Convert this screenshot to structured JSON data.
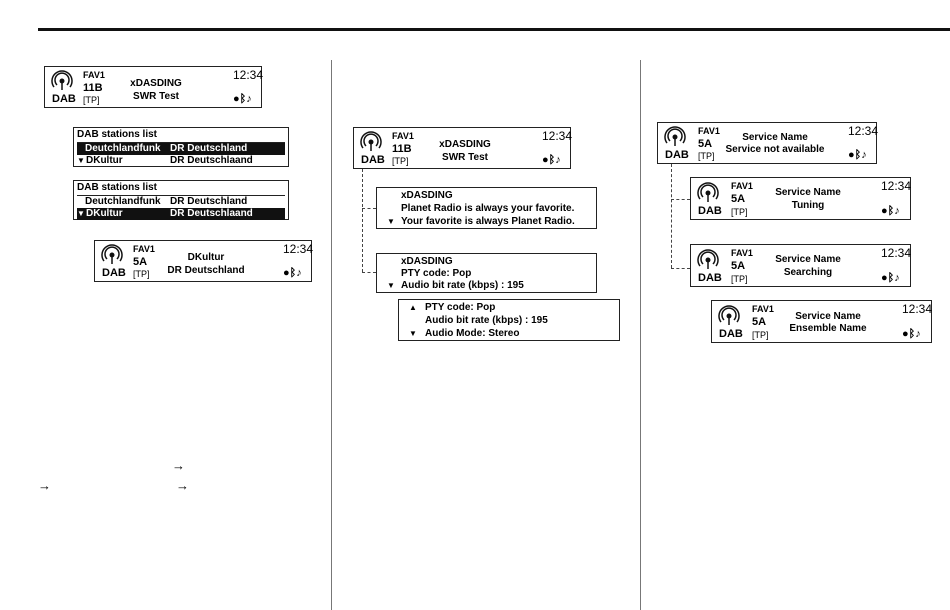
{
  "col1": {
    "display1": {
      "fav": "FAV1",
      "channel": "11B",
      "tp": "[TP]",
      "dab": "DAB",
      "line1": "xDASDING",
      "line2": "SWR Test",
      "clock": "12:34"
    },
    "list1": {
      "title": "DAB stations list",
      "rows": [
        {
          "name": "Deutchlandfunk",
          "ens": "DR Deutschland"
        },
        {
          "name": "DKultur",
          "ens": "DR Deutschlaand"
        }
      ]
    },
    "list2": {
      "title": "DAB stations list",
      "rows": [
        {
          "name": "Deutchlandfunk",
          "ens": "DR Deutschland"
        },
        {
          "name": "DKultur",
          "ens": "DR Deutschlaand"
        }
      ]
    },
    "display2": {
      "fav": "FAV1",
      "channel": "5A",
      "tp": "[TP]",
      "dab": "DAB",
      "line1": "DKultur",
      "line2": "DR Deutschland",
      "clock": "12:34"
    }
  },
  "col2": {
    "display": {
      "fav": "FAV1",
      "channel": "11B",
      "tp": "[TP]",
      "dab": "DAB",
      "line1": "xDASDING",
      "line2": "SWR Test",
      "clock": "12:34"
    },
    "info1": {
      "l1": "xDASDING",
      "l2": "Planet Radio is always your favorite.",
      "l3": "Your favorite is always Planet Radio."
    },
    "info2": {
      "l1": "xDASDING",
      "l2": "PTY code: Pop",
      "l3": "Audio bit rate (kbps) : 195"
    },
    "info3": {
      "l1": "PTY code: Pop",
      "l2": "Audio bit rate (kbps) : 195",
      "l3": "Audio Mode: Stereo"
    }
  },
  "col3": {
    "display1": {
      "fav": "FAV1",
      "channel": "5A",
      "tp": "[TP]",
      "dab": "DAB",
      "line1": "Service Name",
      "line2": "Service not available",
      "clock": "12:34"
    },
    "display2": {
      "fav": "FAV1",
      "channel": "5A",
      "tp": "[TP]",
      "dab": "DAB",
      "line1": "Service Name",
      "line2": "Tuning",
      "clock": "12:34"
    },
    "display3": {
      "fav": "FAV1",
      "channel": "5A",
      "tp": "[TP]",
      "dab": "DAB",
      "line1": "Service Name",
      "line2": "Searching",
      "clock": "12:34"
    },
    "display4": {
      "fav": "FAV1",
      "channel": "5A",
      "tp": "[TP]",
      "dab": "DAB",
      "line1": "Service Name",
      "line2": "Ensemble Name",
      "clock": "12:34"
    }
  },
  "icons": {
    "antenna": "dab-antenna-icon",
    "cd": "cd-icon",
    "bluetooth": "bluetooth-icon",
    "music": "music-note-icon",
    "arrow": "right-arrow-icon"
  }
}
